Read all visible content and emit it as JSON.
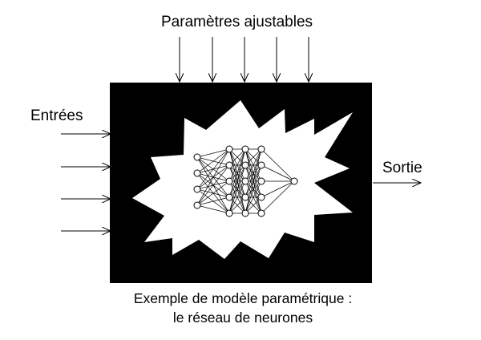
{
  "labels": {
    "params": "Paramètres ajustables",
    "inputs": "Entrées",
    "output": "Sortie"
  },
  "caption": {
    "line1": "Exemple de modèle paramétrique :",
    "line2": "le réseau de neurones"
  },
  "network": {
    "layers": [
      4,
      5,
      5,
      5,
      1
    ]
  },
  "colors": {
    "box": "#000000",
    "background": "#ffffff"
  }
}
